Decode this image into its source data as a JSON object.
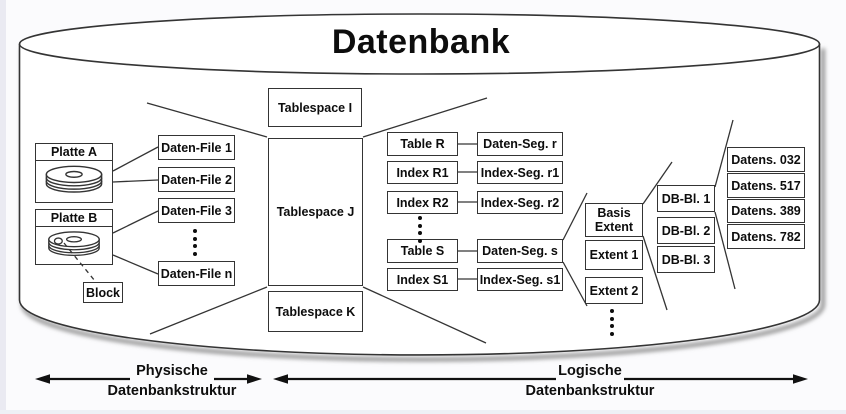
{
  "title": "Datenbank",
  "physical": {
    "disk_a": "Platte A",
    "disk_b": "Platte B",
    "block": "Block",
    "files": [
      "Daten-File 1",
      "Daten-File 2",
      "Daten-File 3",
      "Daten-File n"
    ]
  },
  "tablespaces": [
    "Tablespace I",
    "Tablespace J",
    "Tablespace K"
  ],
  "segments": {
    "objects": [
      "Table R",
      "Index R1",
      "Index R2",
      "Table S",
      "Index S1"
    ],
    "segs": [
      "Daten-Seg. r",
      "Index-Seg. r1",
      "Index-Seg. r2",
      "Daten-Seg. s",
      "Index-Seg. s1"
    ]
  },
  "extents": {
    "basis_line1": "Basis",
    "basis_line2": "Extent",
    "extent1": "Extent 1",
    "extent2": "Extent 2"
  },
  "db_blocks": [
    "DB-Bl. 1",
    "DB-Bl. 2",
    "DB-Bl. 3"
  ],
  "records": [
    "Datens. 032",
    "Datens. 517",
    "Datens. 389",
    "Datens. 782"
  ],
  "legend": {
    "physical_line1": "Physische",
    "physical_line2": "Datenbankstruktur",
    "logical_line1": "Logische",
    "logical_line2": "Datenbankstruktur"
  },
  "icons": {
    "cylinder": "database-cylinder-icon",
    "disk": "disk-stack-icon",
    "dots": "vertical-ellipsis-icon",
    "arrow": "double-headed-arrow-icon"
  },
  "colors": {
    "stroke": "#343434",
    "box_fill": "#ffffff",
    "background": "#fbfbfd",
    "text": "#0d0d0d"
  }
}
